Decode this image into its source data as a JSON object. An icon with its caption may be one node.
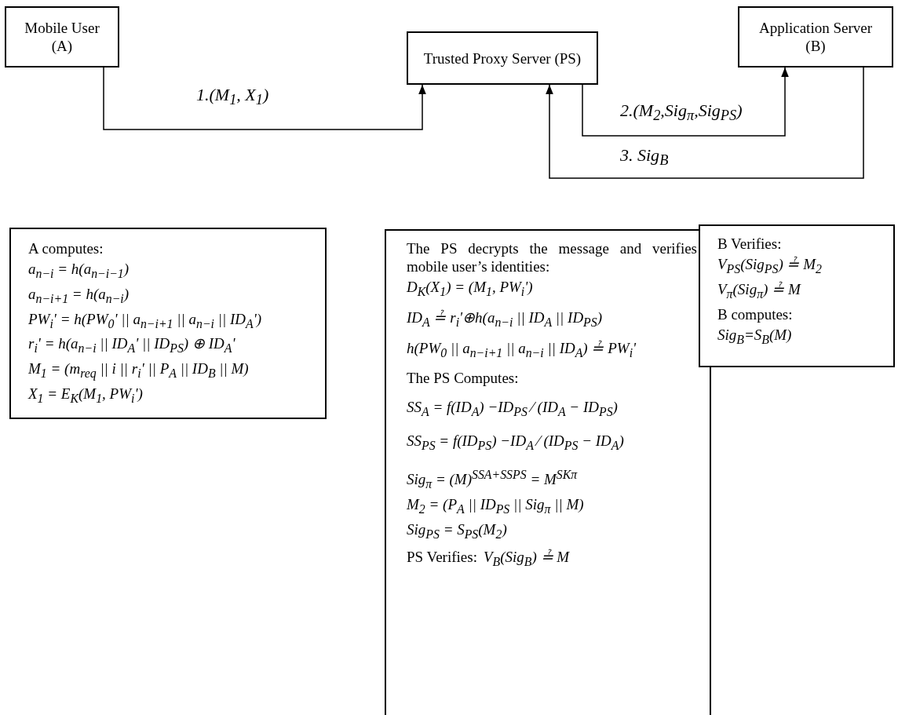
{
  "diagram": {
    "nodes": [
      {
        "text": [
          "Mobile User (A)"
        ]
      },
      {
        "text": [
          "Trusted Proxy Server (PS)"
        ]
      },
      {
        "text": [
          "Application Server (B)"
        ]
      },
      {
        "text": [
          "A computes:",
          "a$_{n−i}$ = h(a$_{n−i−1}$)",
          "a$_{n−i+1}$ = h(a$_{n−i}$)",
          "PW$_{i}$' = h(PW$_{0}$' || a$_{n−i+1}$ || a$_{n−i}$ || ID$_{A}$')",
          "r$_{i}$' = h(a$_{n−i}$ || ID$_{A}$' || ID$_{PS}$) ⊕ ID$_{A}$'",
          "M$_{1}$ = (m$_{req}$ || i || r$_{i}$' || P$_{A}$ || ID$_{B}$ || M)",
          "X$_{1}$ = E$_{K}$(M$_{1}$, PW$_{i}$')"
        ]
      },
      {
        "text": [
          "The PS decrypts the message and verifies mobile user’s identities:",
          "D$_{K}$(X$_{1}$) = (M$_{1}$, PW$_{i}$')",
          "ID$_{A}$ ≟ r$_{i}$'⊕h(a$_{n−i}$ || ID$_{A}$ || ID$_{PS}$)",
          "h(PW$_{0}$ || a$_{n−i+1}$ || a$_{n−i}$ || ID$_{A}$) ≟ PW$_{i}$'",
          "The PS Computes:",
          "SS$_{A}$ = f(ID$_{A}$) −ID$_{PS}$ ⁄ (ID$_{A}$ − ID$_{PS}$)",
          "SS$_{PS}$ = f(ID$_{PS}$) −ID$_{A}$ ⁄ (ID$_{PS}$ − ID$_{A}$)",
          "Sig$_{π}$ = (M)$^{SSA+SSPS}$ = M$^{SKπ}$",
          "M$_{2}$ = (P$_{A}$ || ID$_{PS}$ || Sig$_{π}$ || M)",
          "Sig$_{PS}$ = S$_{PS}$(M$_{2}$)",
          "PS Verifies:",
          "V$_{B}$(Sig$_{B}$) ≟ M"
        ]
      },
      {
        "text": [
          "B Verifies:",
          "V$_{PS}$(Sig$_{PS}$) ≟ M$_{2}$",
          "V$_{π}$(Sig$_{π}$) ≟ M",
          "B computes:",
          "Sig$_{B}$=S$_{B}$(M)"
        ]
      }
    ],
    "edges": [
      {
        "from": 0,
        "to": 1,
        "arrow": "to",
        "label": "1.(M$_{1}$, X$_{1}$)"
      },
      {
        "from": 1,
        "to": 2,
        "arrow": "to",
        "label": "2.(M$_{2}$,Sig$_{π}$,Sig$_{PS}$)"
      },
      {
        "from": 2,
        "to": 1,
        "arrow": "to",
        "label": "3. Sig$_{B}$"
      }
    ]
  }
}
